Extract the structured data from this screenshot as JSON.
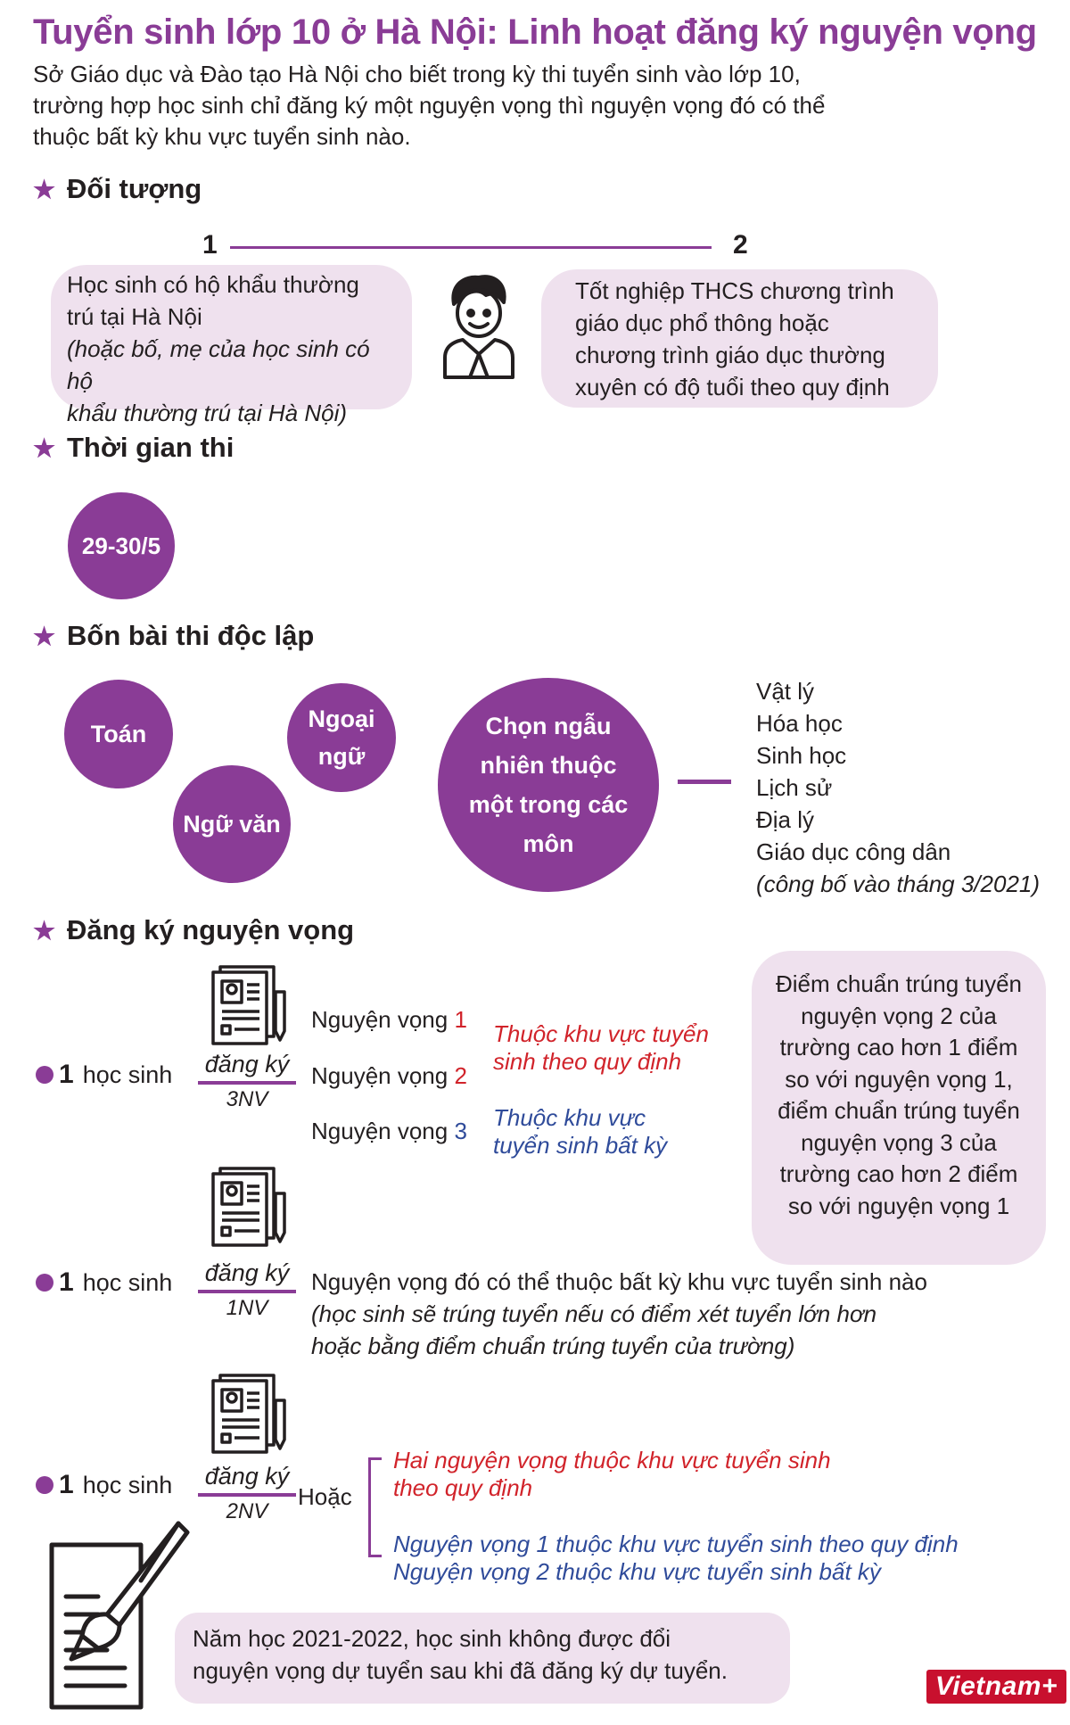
{
  "title": "Tuyển sinh lớp 10 ở Hà Nội: Linh hoạt đăng ký nguyện vọng",
  "intro": [
    "Sở Giáo dục và Đào tạo Hà Nội cho biết trong kỳ thi tuyển sinh vào lớp 10,",
    "trường hợp học sinh chỉ đăng ký một nguyện vọng thì nguyện vọng đó có thể",
    "thuộc bất kỳ khu vực tuyển sinh nào."
  ],
  "sections": {
    "doi_tuong": "Đối tượng",
    "thoi_gian": "Thời gian thi",
    "bon_bai": "Bốn bài thi độc lập",
    "dang_ky": "Đăng ký nguyện vọng"
  },
  "doi_tuong": {
    "num1": "1",
    "num2": "2",
    "item1": [
      "Học sinh có hộ khẩu thường",
      "trú tại Hà Nội"
    ],
    "item1_note": [
      "(hoặc bố, mẹ của học sinh có hộ",
      "khẩu thường trú tại Hà Nội)"
    ],
    "item2": [
      "Tốt nghiệp THCS chương trình",
      "giáo dục phổ thông hoặc",
      "chương trình giáo dục thường",
      "xuyên có độ tuổi theo quy định"
    ]
  },
  "thoi_gian": {
    "date": "29-30/5"
  },
  "bon_bai": {
    "toan": "Toán",
    "ngu_van": "Ngữ văn",
    "ngoai_ngu": [
      "Ngoại",
      "ngữ"
    ],
    "chon": [
      "Chọn ngẫu",
      "nhiên thuộc",
      "một trong các",
      "môn"
    ],
    "subjects": [
      "Vật lý",
      "Hóa học",
      "Sinh học",
      "Lịch sử",
      "Địa lý",
      "Giáo dục công dân"
    ],
    "subjects_note": "(công bố vào tháng 3/2021)"
  },
  "dang_ky": {
    "student_num": "1",
    "student_label": "học sinh",
    "reg_word": "đăng ký",
    "case1": {
      "nv_count": "3NV",
      "nv_prefix": "Nguyện vọng",
      "nv_numbers": [
        "1",
        "2",
        "3"
      ],
      "red_note": [
        "Thuộc khu vực tuyển",
        "sinh theo quy định"
      ],
      "blue_note": [
        "Thuộc khu vực",
        "tuyển sinh bất kỳ"
      ],
      "side_box": [
        "Điểm chuẩn trúng tuyển",
        "nguyện vọng 2 của",
        "trường cao hơn 1 điểm",
        "so với nguyện vọng 1,",
        "điểm chuẩn trúng tuyển",
        "nguyện vọng 3 của",
        "trường cao hơn 2 điểm",
        "so với nguyện vọng 1"
      ]
    },
    "case2": {
      "nv_count": "1NV",
      "text": "Nguyện vọng đó có thể thuộc bất kỳ khu vực tuyển sinh nào",
      "note": [
        "(học sinh sẽ trúng tuyển nếu có điểm xét tuyển lớn hơn",
        "hoặc bằng điểm chuẩn trúng tuyển của trường)"
      ]
    },
    "case3": {
      "nv_count": "2NV",
      "or_label": "Hoặc",
      "option1": [
        "Hai nguyện vọng thuộc khu vực tuyển sinh",
        "theo quy định"
      ],
      "option2": [
        "Nguyện vọng 1 thuộc khu vực tuyển sinh theo quy định",
        "Nguyện vọng 2 thuộc khu vực tuyển sinh bất kỳ"
      ]
    }
  },
  "footer_note": [
    "Năm học 2021-2022, học sinh không được đổi",
    "nguyện vọng dự tuyển sau khi đã đăng ký dự tuyển."
  ],
  "logo": "Vietnam+",
  "colors": {
    "accent": "#8a3c96",
    "bubble": "#efe1ee",
    "red": "#d1232a",
    "blue": "#2f4b9a"
  }
}
